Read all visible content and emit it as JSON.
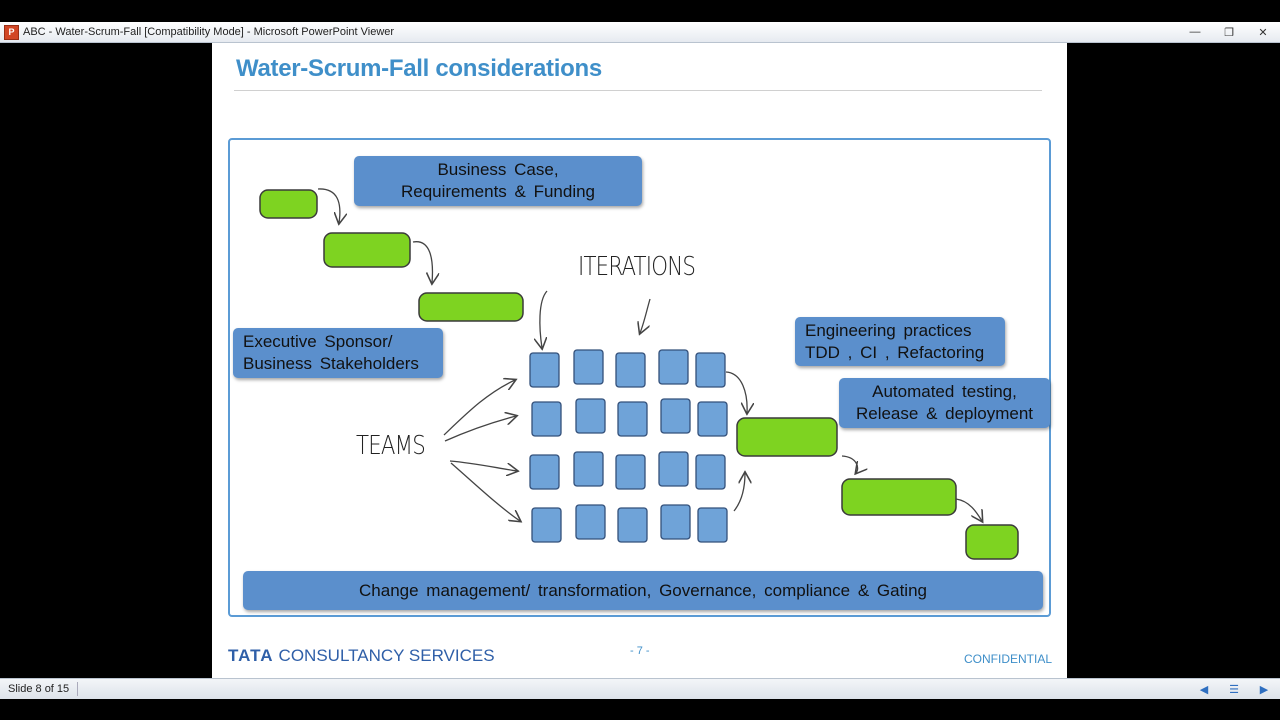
{
  "window": {
    "title": "ABC - Water-Scrum-Fall [Compatibility Mode] - Microsoft PowerPoint Viewer",
    "app_icon_letter": "P"
  },
  "slide": {
    "title": "Water-Scrum-Fall considerations",
    "callouts": {
      "business_case": [
        "Business Case,",
        "Requirements & Funding"
      ],
      "executive_sponsor": [
        "Executive Sponsor/",
        "Business Stakeholders"
      ],
      "engineering": [
        "Engineering practices",
        "TDD , CI , Refactoring"
      ],
      "automated_testing": [
        "Automated testing,",
        "Release & deployment"
      ],
      "change_management": "Change management/ transformation, Governance, compliance & Gating"
    },
    "handwritten": {
      "iterations": "ITERATIONS",
      "teams": "TEAMS"
    },
    "colors": {
      "title_blue": "#3f8fc9",
      "callout_blue": "#5b8fcc",
      "block_green": "#7ed321",
      "square_blue": "#6fa3d8"
    },
    "footer": {
      "logo_bold": "TATA",
      "logo_text": "CONSULTANCY SERVICES",
      "page_number": "- 7 -",
      "confidential": "CONFIDENTIAL"
    }
  },
  "statusbar": {
    "slide_count": "Slide 8 of 15"
  },
  "icons": [
    "minimize-icon",
    "restore-icon",
    "close-icon",
    "previous-slide-icon",
    "slide-menu-icon",
    "next-slide-icon"
  ]
}
